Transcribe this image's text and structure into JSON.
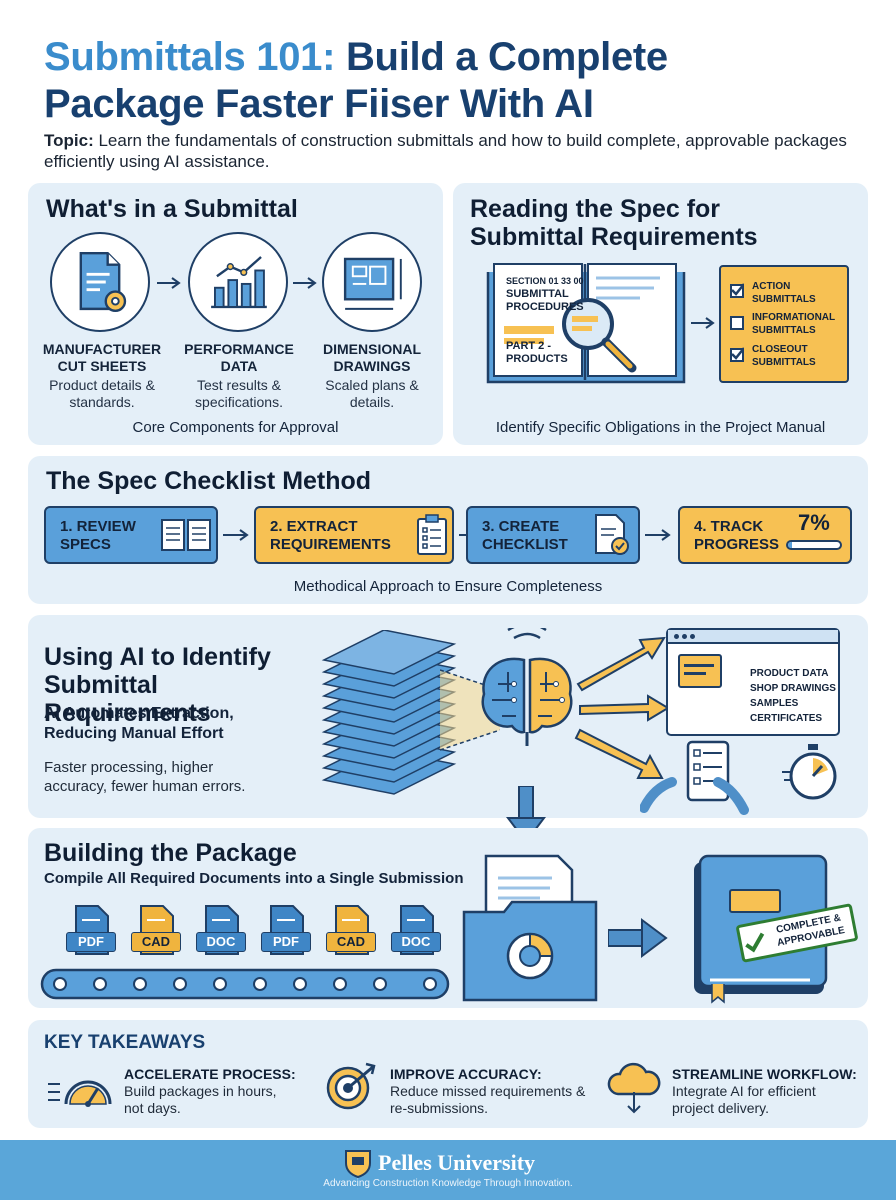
{
  "header": {
    "title_accent": "Submittals 101:",
    "title_line1_rest": " Build a Complete",
    "title_line2": "Package Faster Fiiser With AI",
    "topic_label": "Topic:",
    "topic_text": " Learn the fundamentals of construction submittals and how to build complete, approvable packages efficiently using AI assistance."
  },
  "whats_in": {
    "title": "What's in a Submittal",
    "items": [
      {
        "title": "MANUFACTURER CUT SHEETS",
        "desc": "Product details & standards.",
        "icon": "document-gear-icon"
      },
      {
        "title": "PERFORMANCE DATA",
        "desc": "Test results & specifications.",
        "icon": "bar-chart-icon"
      },
      {
        "title": "DIMENSIONAL DRAWINGS",
        "desc": "Scaled plans & details.",
        "icon": "blueprint-icon"
      }
    ],
    "caption": "Core Components for Approval"
  },
  "reading_spec": {
    "title": "Reading the Spec for Submittal Requirements",
    "book_section": "SECTION 01 33 00",
    "book_heading": "SUBMITTAL PROCEDURES",
    "book_part": "PART 2 - PRODUCTS",
    "checklist": [
      {
        "label": "ACTION SUBMITTALS",
        "checked": true
      },
      {
        "label": "INFORMATIONAL SUBMITTALS",
        "checked": false
      },
      {
        "label": "CLOSEOUT SUBMITTALS",
        "checked": true
      }
    ],
    "caption": "Identify Specific Obligations in the Project Manual"
  },
  "checklist_method": {
    "title": "The Spec Checklist Method",
    "steps": [
      {
        "label": "1. REVIEW SPECS",
        "color": "#5aa0da"
      },
      {
        "label": "2. EXTRACT REQUIREMENTS",
        "color": "#f7c153"
      },
      {
        "label": "3. CREATE CHECKLIST",
        "color": "#5aa0da"
      },
      {
        "label": "4. TRACK PROGRESS",
        "color": "#f7c153"
      }
    ],
    "progress_text": "7%",
    "progress_value": 0.07,
    "caption": "Methodical Approach to Ensure Completeness"
  },
  "ai_section": {
    "title": "Using AI to Identify Submittal Requirements",
    "subtitle": "AI Automates Extraction, Reducing Manual Effort",
    "body": "Faster processing, higher accuracy, fewer human errors.",
    "list": [
      "PRODUCT DATA",
      "SHOP DRAWINGS",
      "SAMPLES",
      "CERTIFICATES"
    ]
  },
  "building": {
    "title": "Building the Package",
    "subtitle": "Compile All Required Documents into a Single Submission",
    "files": [
      {
        "label": "PDF",
        "color": "#3f86c6"
      },
      {
        "label": "CAD",
        "color": "#f0b43e"
      },
      {
        "label": "DOC",
        "color": "#3f86c6"
      },
      {
        "label": "PDF",
        "color": "#3f86c6"
      },
      {
        "label": "CAD",
        "color": "#f0b43e"
      },
      {
        "label": "DOC",
        "color": "#3f86c6"
      }
    ],
    "stamp": "COMPLETE & APPROVABLE"
  },
  "takeaways": {
    "title": "KEY TAKEAWAYS",
    "items": [
      {
        "title": "ACCELERATE PROCESS:",
        "text": "Build packages in hours, not days.",
        "icon": "speedometer-icon"
      },
      {
        "title": "IMPROVE ACCURACY:",
        "text": "Reduce missed requirements & re-submissions.",
        "icon": "target-icon"
      },
      {
        "title": "STREAMLINE WORKFLOW:",
        "text": "Integrate AI for efficient project delivery.",
        "icon": "cloud-download-icon"
      }
    ]
  },
  "footer": {
    "brand": "Pelles University",
    "tagline": "Advancing Construction Knowledge Through Innovation."
  },
  "colors": {
    "navy": "#18406f",
    "accent_blue": "#3a8ccc",
    "panel_bg": "#e4eff8",
    "yellow": "#f7c153",
    "footer_bg": "#5aa6d9"
  }
}
